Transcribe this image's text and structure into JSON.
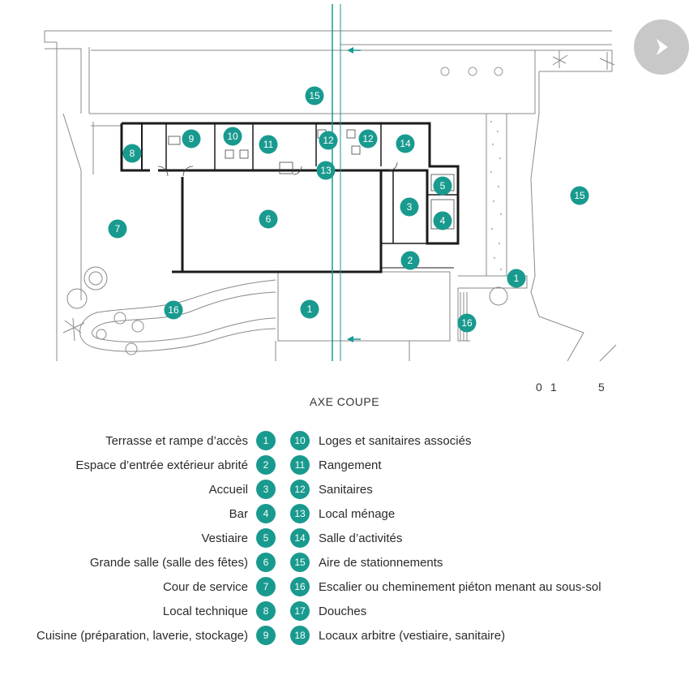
{
  "colors": {
    "accent": "#199a8f",
    "wall": "#1b1b1b",
    "line": "#8a8a8a",
    "compass": "#c8c8c8"
  },
  "axis_label": "AXE COUPE",
  "scale": {
    "zero": "0",
    "one": "1",
    "five": "5"
  },
  "compass_icon": "north-arrow-icon",
  "plan_badges": [
    "1",
    "2",
    "3",
    "4",
    "5",
    "6",
    "7",
    "8",
    "9",
    "10",
    "11",
    "12",
    "12",
    "13",
    "14",
    "15",
    "15",
    "16",
    "16",
    "1"
  ],
  "legend_left": [
    {
      "num": "1",
      "label": "Terrasse et rampe d’accès"
    },
    {
      "num": "2",
      "label": "Espace d’entrée extérieur abrité"
    },
    {
      "num": "3",
      "label": "Accueil"
    },
    {
      "num": "4",
      "label": "Bar"
    },
    {
      "num": "5",
      "label": "Vestiaire"
    },
    {
      "num": "6",
      "label": "Grande salle (salle des fêtes)"
    },
    {
      "num": "7",
      "label": "Cour de service"
    },
    {
      "num": "8",
      "label": "Local technique"
    },
    {
      "num": "9",
      "label": "Cuisine (préparation, laverie, stockage)"
    }
  ],
  "legend_right": [
    {
      "num": "10",
      "label": "Loges et sanitaires associés"
    },
    {
      "num": "11",
      "label": "Rangement"
    },
    {
      "num": "12",
      "label": "Sanitaires"
    },
    {
      "num": "13",
      "label": "Local ménage"
    },
    {
      "num": "14",
      "label": "Salle d’activités"
    },
    {
      "num": "15",
      "label": "Aire de stationnements"
    },
    {
      "num": "16",
      "label": "Escalier ou cheminement piéton menant au sous-sol"
    },
    {
      "num": "17",
      "label": "Douches"
    },
    {
      "num": "18",
      "label": "Locaux arbitre (vestiaire, sanitaire)"
    }
  ]
}
